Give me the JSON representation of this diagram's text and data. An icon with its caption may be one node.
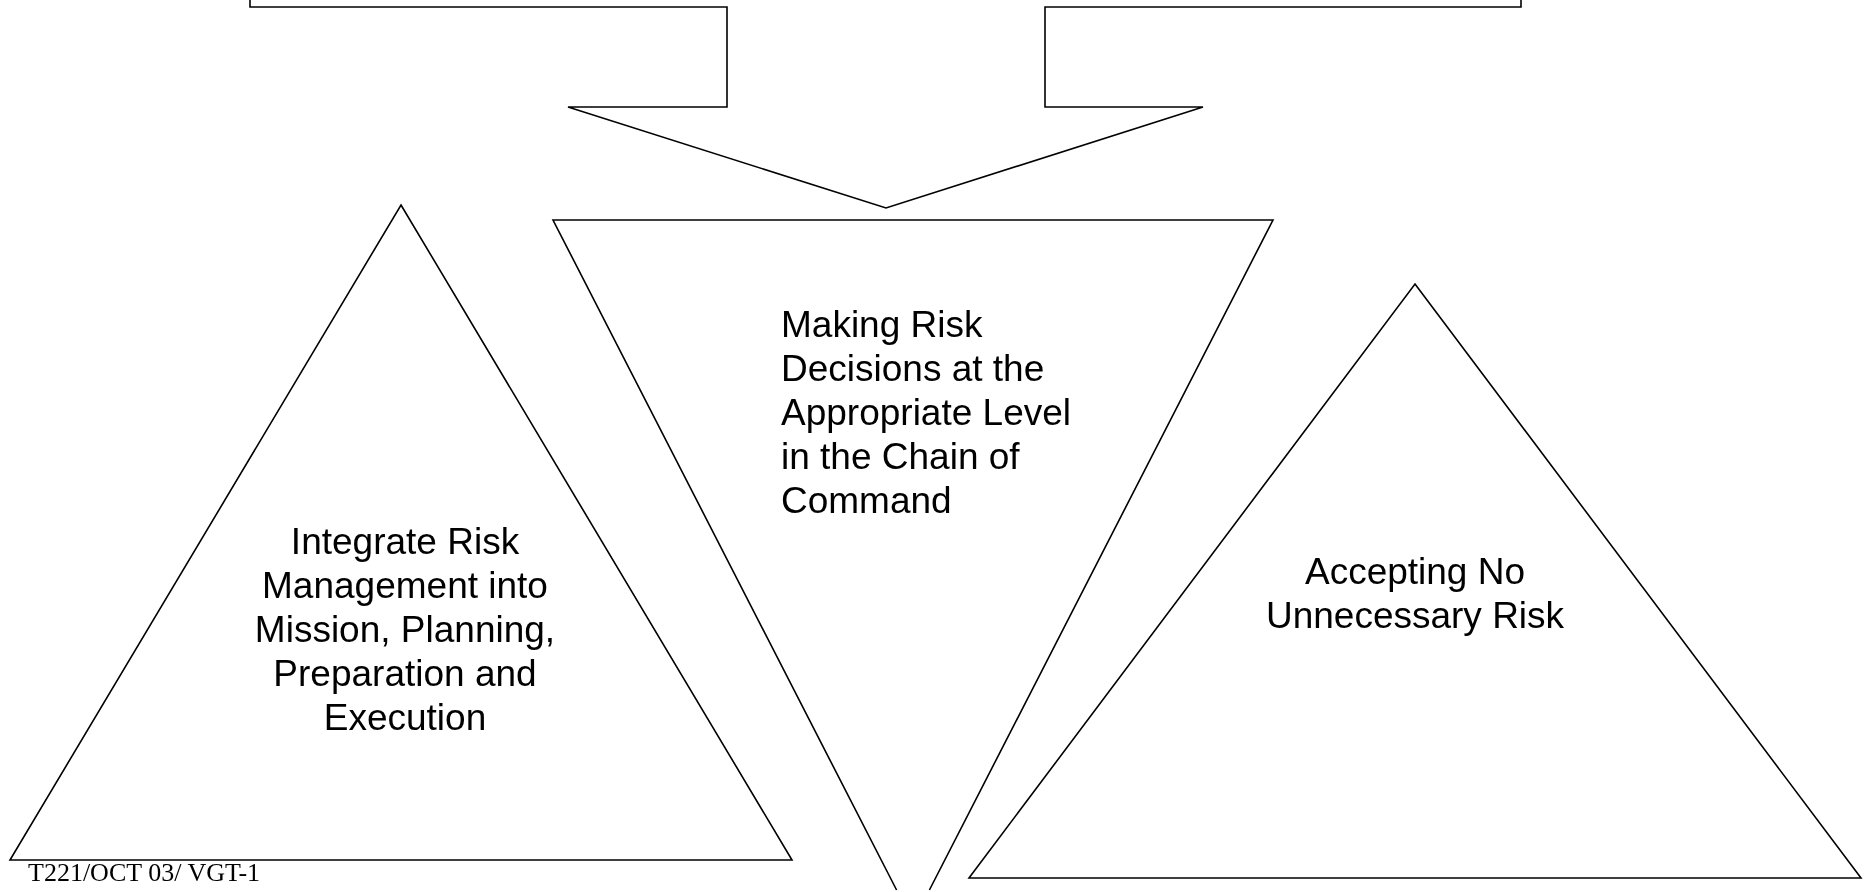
{
  "diagram": {
    "nodes": [
      {
        "text": [
          "Integrate Risk Management into Mission, Planning, Preparation and Execution"
        ]
      },
      {
        "text": [
          "Making Risk Decisions at the Appropriate Level in the Chain of Command"
        ]
      },
      {
        "text": [
          "Accepting No Unnecessary Risk"
        ]
      }
    ],
    "labels": [
      "T221/OCT 03/ VGT-1"
    ]
  }
}
